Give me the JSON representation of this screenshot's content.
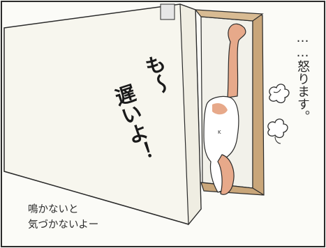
{
  "panel": {
    "shout_line1": "も〜",
    "shout_line2": "遅いよ！",
    "narration": "……怒ります。",
    "caption_line1": "鳴かないと",
    "caption_line2": "気づかないよー",
    "cat_mark": "K"
  },
  "colors": {
    "door": "#f7f6ee",
    "wall": "#efefe6",
    "frame": "#c9a67a",
    "cat_orange": "#e7a98a",
    "cat_white": "#ffffff",
    "outline": "#2b2b2b"
  },
  "icons": {
    "puff_upper": "anger-puff-icon",
    "puff_lower": "anger-puff-icon"
  }
}
